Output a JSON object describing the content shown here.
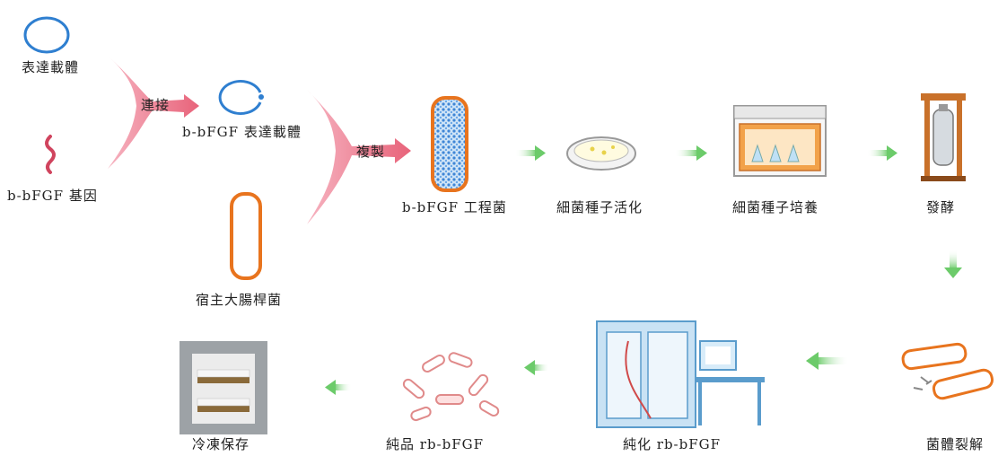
{
  "labels": {
    "expression_vector": "表達載體",
    "gene": "b-bFGF 基因",
    "ligation": "連接",
    "recombinant_vector": "b-bFGF 表達載體",
    "host": "宿主大腸桿菌",
    "replication": "複製",
    "engineered_strain": "b-bFGF 工程菌",
    "seed_activation": "細菌種子活化",
    "seed_culture": "細菌種子培養",
    "fermentation": "發酵",
    "lysis": "菌體裂解",
    "purification": "純化 rb-bFGF",
    "pure_product": "純品 rb-bFGF",
    "cryostorage": "冷凍保存"
  },
  "colors": {
    "plasmid": "#2f7fd0",
    "gene": "#d0445e",
    "merge": "#e8637a",
    "bacterium": "#e8741e",
    "flow_arrow": "#7fd07c",
    "incubator": "#f2a24a",
    "fermenter": "#c9712a",
    "instrument": "#79b6e3"
  }
}
